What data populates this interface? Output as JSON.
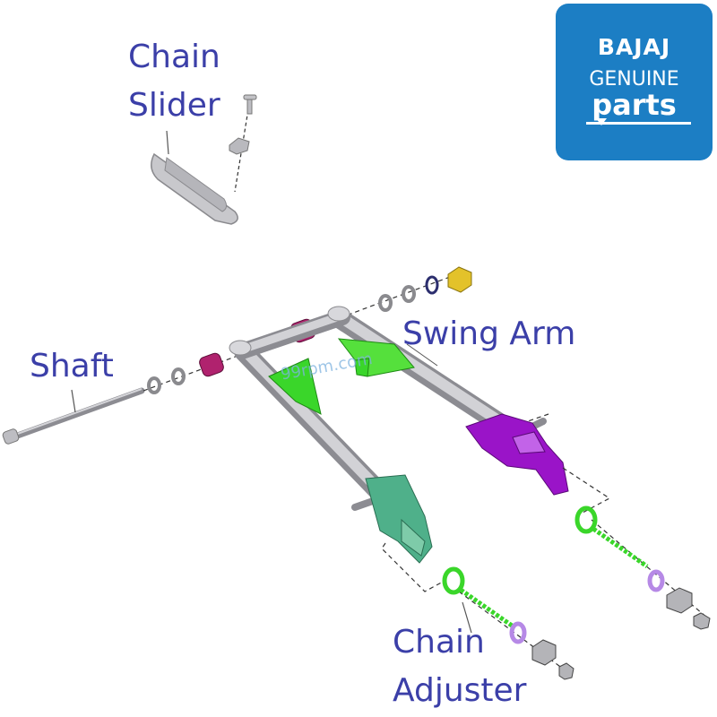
{
  "labels": {
    "chain_slider": [
      "Chain",
      "Slider"
    ],
    "swing_arm": "Swing Arm",
    "shaft": "Shaft",
    "chain_adjuster": [
      "Chain",
      "Adjuster"
    ],
    "watermark": "99rpm.com"
  },
  "logo": {
    "brand": "BAJAJ",
    "line2": "GENUINE",
    "line3": "parts",
    "bg_color": "#1c7ec4"
  },
  "colors": {
    "label_text": "#3b3fa8",
    "frame": "#c8c8cc",
    "green": "#3ad62a",
    "green_light": "#55e03c",
    "teal_bracket": "#4fb08a",
    "purple_bracket": "#9a14c8",
    "magenta_bushing": "#b0226e",
    "purple_washer": "#b689e6",
    "yellow_nut": "#e3c22a",
    "navy_ring": "#2c2e6e"
  }
}
